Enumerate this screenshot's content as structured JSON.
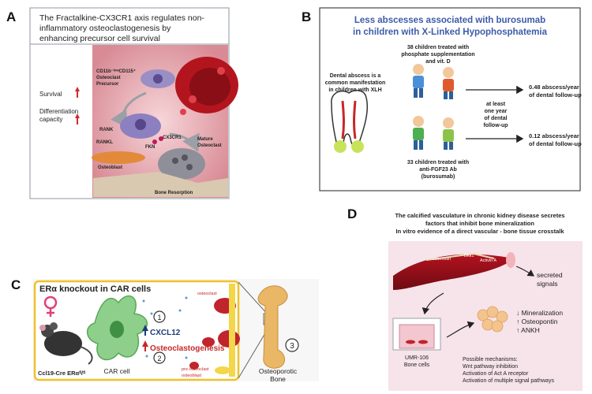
{
  "panels": {
    "a": {
      "letter": "A",
      "title": "The Fractalkine-CX3CR1 axis regulates non-inflammatory osteoclastogenesis by enhancing precursor cell survival",
      "title_lines": [
        "The Fractalkine-CX3CR1 axis regulates non-",
        "inflammatory osteoclastogenesis by",
        "enhancing precursor cell survival"
      ],
      "survival": "Survival",
      "differentiation_lines": [
        "Differentiation",
        "capacity"
      ],
      "precursor_lines": [
        "CD11b⁻ᴵᵒʷCD115⁺",
        "Osteoclast",
        "Precursor"
      ],
      "rank": "RANK",
      "rankl": "RANKL",
      "cx3cr1": "CX3CR1",
      "fkn": "FKN",
      "mature_lines": [
        "Mature",
        "Osteoclast"
      ],
      "osteoblast": "Osteoblast",
      "bone_resorption": "Bone Resorption"
    },
    "b": {
      "letter": "B",
      "title_lines": [
        "Less abscesses associated with burosumab",
        "in children with X-Linked Hypophosphatemia"
      ],
      "group1_lines": [
        "38 children treated with",
        "phosphate supplementation",
        "and vit. D"
      ],
      "abscess_lines": [
        "Dental abscess is a",
        "common manifestation",
        "in children with XLH"
      ],
      "followup_lines": [
        "at least",
        "one year",
        "of dental",
        "follow-up"
      ],
      "result1_lines": [
        "0.48 abscess/year",
        "of dental follow-up"
      ],
      "result2_lines": [
        "0.12 abscess/year",
        "of dental follow-up"
      ],
      "group2_lines": [
        "33 children treated with",
        "anti-FGF23 Ab",
        "(burosumab)"
      ]
    },
    "c": {
      "letter": "C",
      "title": "ERα knockout in CAR cells",
      "mouse_label": "Ccl19-Cre ERαᶠˡ/ᶠˡ",
      "car_cell": "CAR cell",
      "num1": "1",
      "num2": "2",
      "num3": "3",
      "cxcl12": "CXCL12",
      "osteoclastogenesis": "Osteoclastogenesis",
      "osteoclast": "osteoclast",
      "pre_osteoclast": "pre-osteoclast",
      "osteoblast": "osteoblast",
      "bone_lines": [
        "Osteoporotic",
        "Bone"
      ]
    },
    "d": {
      "letter": "D",
      "title_lines": [
        "The calcified vasculature in chronic kidney disease secretes",
        "factors that inhibit bone mineralization",
        "In vitro evidence of a direct vascular - bone tissue crosstalk"
      ],
      "vessel_labels": [
        "sclerostin",
        "Dkk1",
        "Activin A"
      ],
      "secreted_lines": [
        "secreted",
        "signals"
      ],
      "cells_lines": [
        "UMR-106",
        "Bone cells"
      ],
      "effects": [
        "Mineralization",
        "Osteopontin",
        "ANKH"
      ],
      "mechanisms": [
        "Possible mechanisms:",
        "Wnt pathway inhibition",
        "Activation of Act A receptor",
        "Activation of multiple signal pathways"
      ]
    }
  }
}
